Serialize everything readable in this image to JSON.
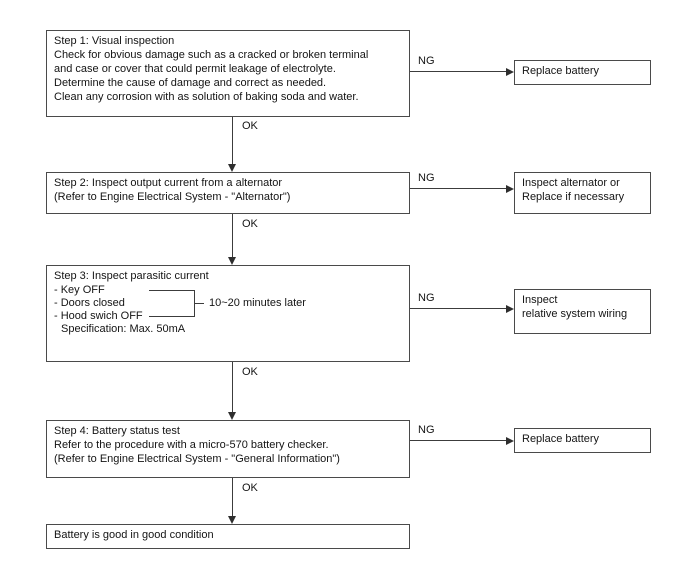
{
  "colors": {
    "background": "#ffffff",
    "line": "#3c3c3c",
    "text": "#141414"
  },
  "labels": {
    "ok": "OK",
    "ng": "NG"
  },
  "steps": [
    {
      "text": "Step 1: Visual inspection\nCheck for obvious damage such as a cracked or broken terminal\nand case or cover that could permit leakage of electrolyte.\nDetermine the cause of damage and correct as needed.\nClean any corrosion with as solution of baking soda and water.",
      "ng_result": "Replace battery"
    },
    {
      "text": "Step 2: Inspect output current from a alternator\n(Refer to Engine Electrical System - \"Alternator\")",
      "ng_result": "Inspect alternator or\nReplace if necessary"
    },
    {
      "title": "Step 3: Inspect parasitic current",
      "items": "- Key OFF\n- Doors closed\n- Hood swich OFF",
      "bracket_label": "10~20 minutes later",
      "spec": "Specification: Max. 50mA",
      "ng_result": "Inspect\nrelative system wiring"
    },
    {
      "text": "Step 4: Battery status test\nRefer to the procedure with a micro-570 battery checker.\n(Refer to Engine Electrical System - \"General Information\")",
      "ng_result": "Replace battery"
    }
  ],
  "final": "Battery is good in good condition"
}
